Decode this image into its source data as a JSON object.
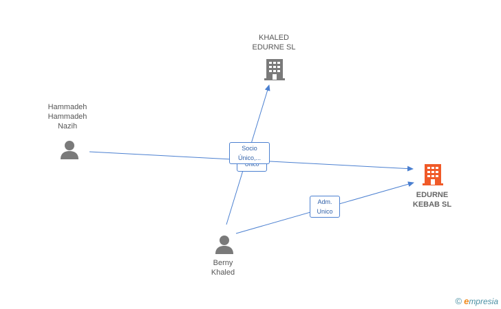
{
  "nodes": {
    "khaled_edurne": {
      "label": "KHALED\nEDURNE  SL",
      "icon": "building-icon",
      "color": "#7a7a7a"
    },
    "hammadeh": {
      "label": "Hammadeh\nHammadeh\nNazih",
      "icon": "person-icon",
      "color": "#7a7a7a"
    },
    "edurne_kebab": {
      "label": "EDURNE\nKEBAB SL",
      "icon": "building-icon",
      "color": "#f05a28"
    },
    "berny": {
      "label": "Berny\nKhaled",
      "icon": "person-icon",
      "color": "#7a7a7a"
    }
  },
  "edges": {
    "socio_unico": {
      "label": "Socio\nÚnico,..."
    },
    "socio_unico_shadow": {
      "label": "Único"
    },
    "adm_unico": {
      "label": "Adm.\nUnico"
    }
  },
  "colors": {
    "edge": "#4a7fd0"
  },
  "brand": {
    "copyright": "©",
    "e": "e",
    "rest": "mpresia"
  }
}
